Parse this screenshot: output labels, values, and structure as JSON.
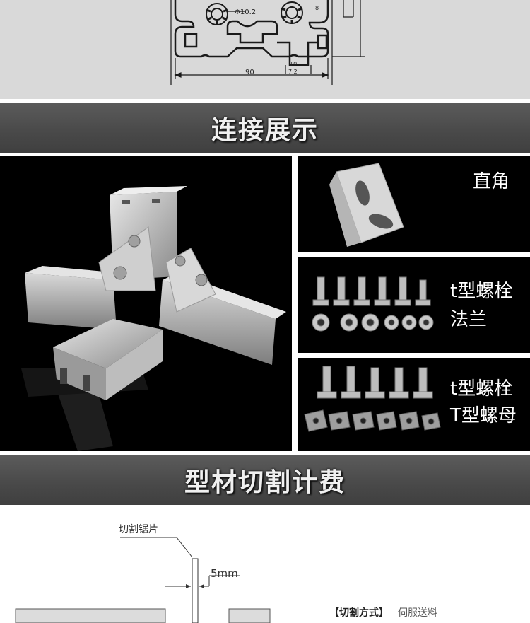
{
  "drawing": {
    "dim_hole": "Φ10.2",
    "dim_width": "90",
    "dim_slot": "10",
    "dim_small": "7.2",
    "dim_side": "8"
  },
  "sections": {
    "connection_title": "连接展示",
    "cutting_title": "型材切割计费"
  },
  "products": {
    "corner_label": "直角",
    "bolt_flange_label_line1": "t型螺栓",
    "bolt_flange_label_line2": "法兰",
    "bolt_nut_label_line1": "t型螺栓",
    "bolt_nut_label_line2": "T型螺母"
  },
  "cutting": {
    "saw_label": "切割锯片",
    "kerf_label": "5mm",
    "method_label": "【切割方式】",
    "method_value": "伺服送料"
  }
}
